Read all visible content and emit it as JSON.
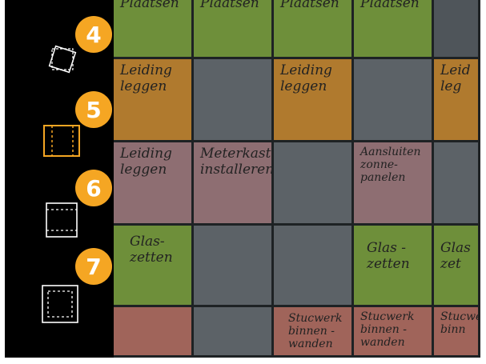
{
  "sidebar": {
    "steps": [
      {
        "number": "4",
        "icon": "rotated-square-icon"
      },
      {
        "number": "5",
        "icon": "vertical-dashed-split-icon"
      },
      {
        "number": "6",
        "icon": "horizontal-dashed-split-icon"
      },
      {
        "number": "7",
        "icon": "inset-dashed-square-icon"
      }
    ]
  },
  "board": {
    "row0": [
      "Plaatsen",
      "Plaatsen",
      "Plaatsen",
      "Plaatsen"
    ],
    "row1": [
      "Leiding leggen",
      "Leiding leggen",
      "Leid leg"
    ],
    "row2": [
      "Leiding leggen",
      "Meterkast installeren",
      "Aansluiten zonne-panelen"
    ],
    "row3": [
      "Glas-zetten",
      "Glas - zetten",
      "Glas zet"
    ],
    "row4": [
      "Stucwerk binnen - wanden",
      "Stucwerk binnen - wanden",
      "Stucwerk binn"
    ]
  },
  "colors": {
    "badge": "#f5a623",
    "green_note": "#6e8f3a",
    "orange_note": "#b07a2e",
    "pink_note": "#8e6e72",
    "salmon_note": "#a0645a"
  }
}
